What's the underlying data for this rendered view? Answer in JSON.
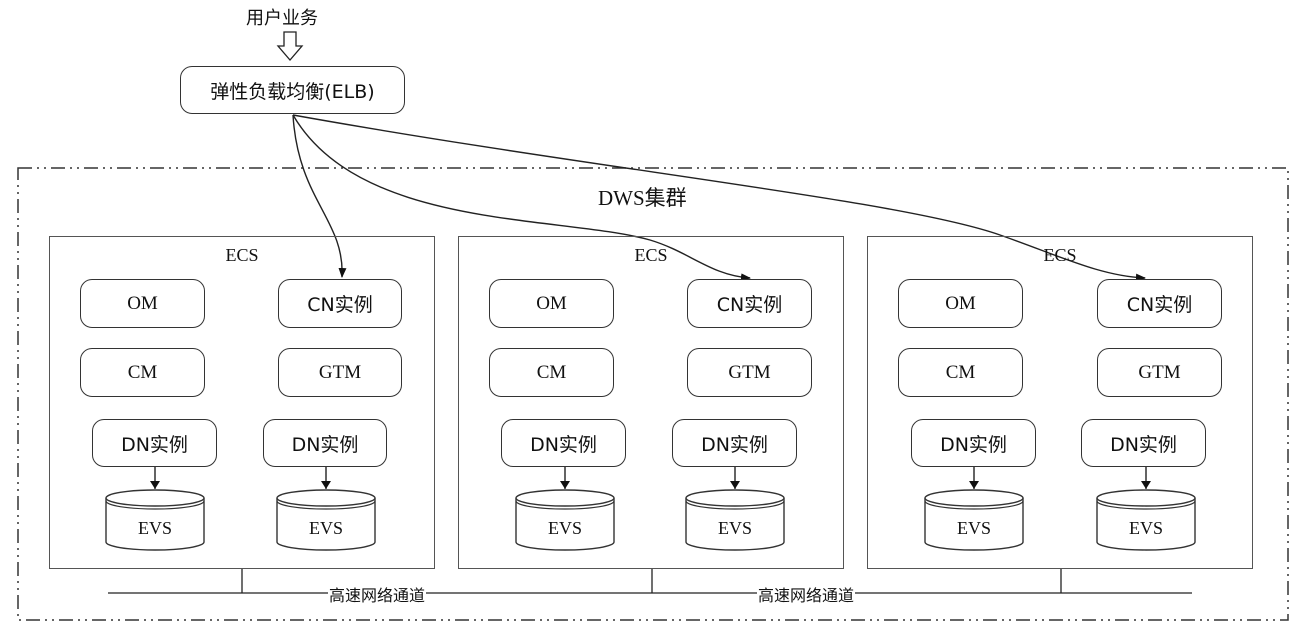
{
  "diagram": {
    "user_traffic_label": "用户业务",
    "elb_label": "弹性负载均衡(ELB)",
    "cluster_label": "DWS集群",
    "network_label": "高速网络通道",
    "ecs_nodes": [
      {
        "label": "ECS",
        "om": "OM",
        "cn": "CN实例",
        "cm": "CM",
        "gtm": "GTM",
        "dn": [
          "DN实例",
          "DN实例"
        ],
        "evs": [
          "EVS",
          "EVS"
        ]
      },
      {
        "label": "ECS",
        "om": "OM",
        "cn": "CN实例",
        "cm": "CM",
        "gtm": "GTM",
        "dn": [
          "DN实例",
          "DN实例"
        ],
        "evs": [
          "EVS",
          "EVS"
        ]
      },
      {
        "label": "ECS",
        "om": "OM",
        "cn": "CN实例",
        "cm": "CM",
        "gtm": "GTM",
        "dn": [
          "DN实例",
          "DN实例"
        ],
        "evs": [
          "EVS",
          "EVS"
        ]
      }
    ],
    "connections": [
      {
        "from": "elb",
        "to": "ecs_nodes.0.cn"
      },
      {
        "from": "elb",
        "to": "ecs_nodes.1.cn"
      },
      {
        "from": "elb",
        "to": "ecs_nodes.2.cn"
      }
    ]
  }
}
